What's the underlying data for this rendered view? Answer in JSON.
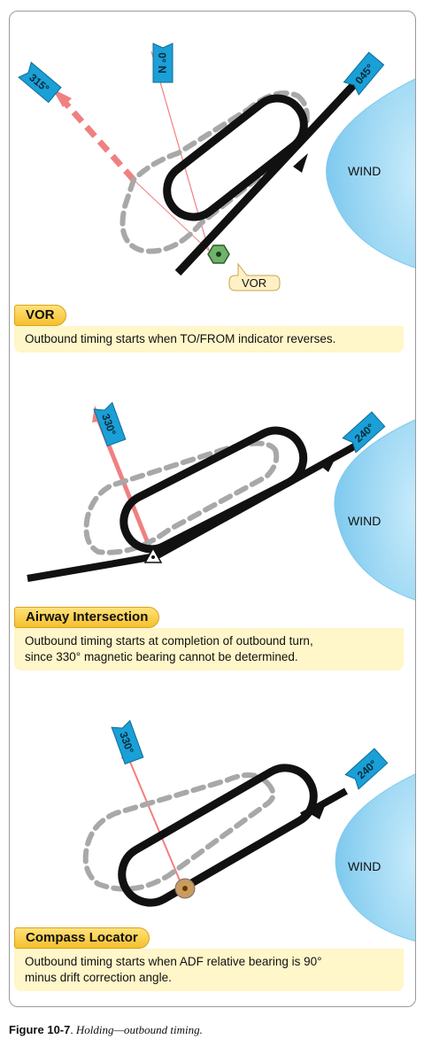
{
  "panels": [
    {
      "title": "VOR",
      "caption_lines": [
        "Outbound timing starts when TO/FROM indicator reverses."
      ],
      "labels": {
        "bearing_flag": "315°",
        "north_flag": "0° N",
        "inbound_flag": "045°",
        "wind": "WIND",
        "vor": "VOR"
      }
    },
    {
      "title": "Airway Intersection",
      "caption_lines": [
        "Outbound timing starts at completion of outbound turn,",
        "since 330° magnetic bearing cannot be determined."
      ],
      "labels": {
        "bearing_flag": "330°",
        "inbound_flag": "240°",
        "wind": "WIND"
      }
    },
    {
      "title": "Compass Locator",
      "caption_lines": [
        "Outbound timing starts when ADF relative bearing is 90°",
        "minus drift correction angle."
      ],
      "labels": {
        "bearing_flag": "330°",
        "inbound_flag": "240°",
        "wind": "WIND"
      }
    }
  ],
  "figure_caption": {
    "number": "Figure 10-7",
    "separator": ". ",
    "text": "Holding—outbound timing."
  },
  "colors": {
    "track": "#111111",
    "drift_path": "#a8a8a8",
    "bearing_line": "#f08080",
    "flag_fill": "#1a9fd6",
    "wind_fill": "#9fd8f2",
    "title_tab": "#f5c02e",
    "caption_fill": "#fff6c9"
  },
  "icons": [
    "vor-hexagon-icon",
    "intersection-triangle-icon",
    "ndb-locator-icon"
  ]
}
